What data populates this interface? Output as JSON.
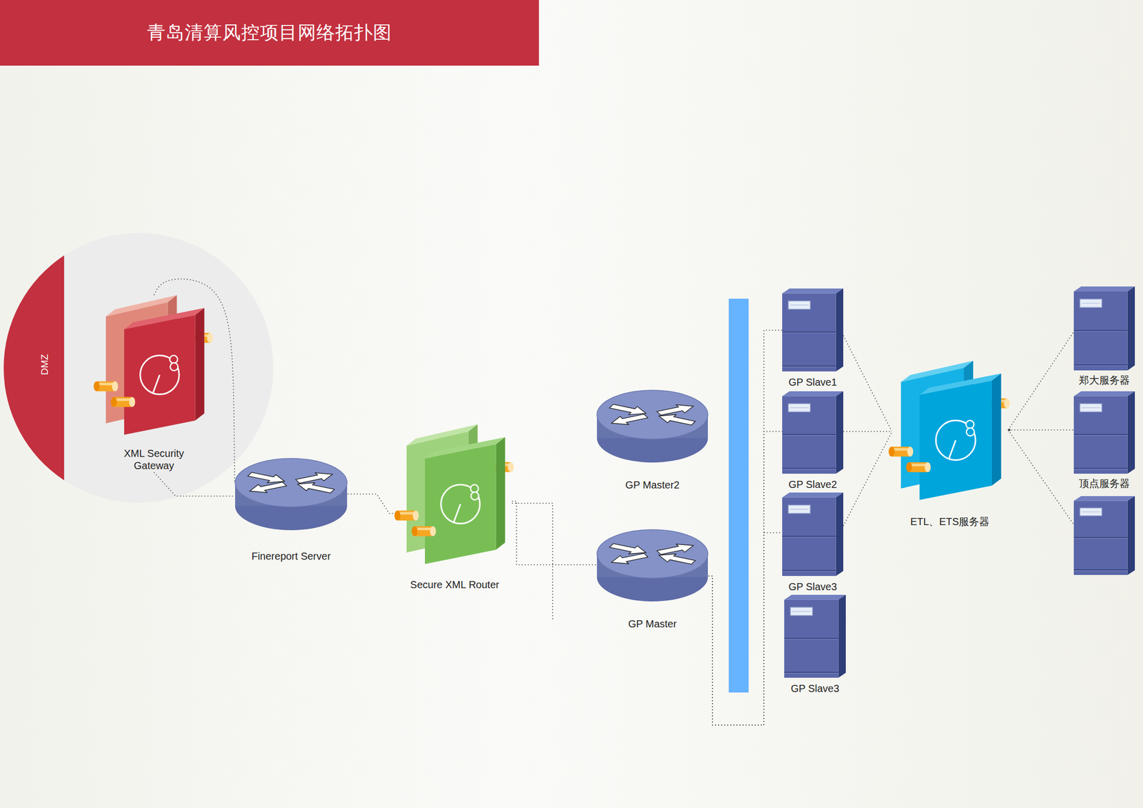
{
  "diagram": {
    "title": "青岛清算风控项目网络拓扑图",
    "nodes": [
      {
        "text": [
          "DMZ"
        ]
      },
      {
        "text": [
          "XML Security Gateway"
        ],
        "in": 0
      },
      {
        "text": [
          "Finereport Server"
        ]
      },
      {
        "text": [
          "Secure XML Router"
        ]
      },
      {
        "text": [
          "GP Master2"
        ]
      },
      {
        "text": [
          "GP Master"
        ]
      },
      {
        "text": [
          "GP Slave1"
        ]
      },
      {
        "text": [
          "GP Slave2"
        ]
      },
      {
        "text": [
          "GP Slave3"
        ]
      },
      {
        "text": [
          "GP Slave3"
        ]
      },
      {
        "text": [
          "ETL、ETS服务器"
        ]
      },
      {
        "text": [
          "郑大服务器"
        ]
      },
      {
        "text": [
          "顶点服务器"
        ]
      }
    ],
    "edges": [
      {
        "from": 1,
        "to": 2,
        "arrow": "none"
      },
      {
        "from": 1,
        "to": 2,
        "arrow": "none"
      },
      {
        "from": 2,
        "to": 3,
        "arrow": "none"
      },
      {
        "from": 3,
        "to": 5,
        "arrow": "none"
      },
      {
        "from": 5,
        "to": 6,
        "arrow": "none"
      },
      {
        "from": 5,
        "to": 7,
        "arrow": "none"
      },
      {
        "from": 5,
        "to": 8,
        "arrow": "none"
      },
      {
        "from": 6,
        "to": 10,
        "arrow": "none"
      },
      {
        "from": 7,
        "to": 10,
        "arrow": "none"
      },
      {
        "from": 8,
        "to": 10,
        "arrow": "none"
      },
      {
        "from": 10,
        "to": 11,
        "arrow": "none"
      },
      {
        "from": 10,
        "to": 12,
        "arrow": "none"
      }
    ]
  }
}
